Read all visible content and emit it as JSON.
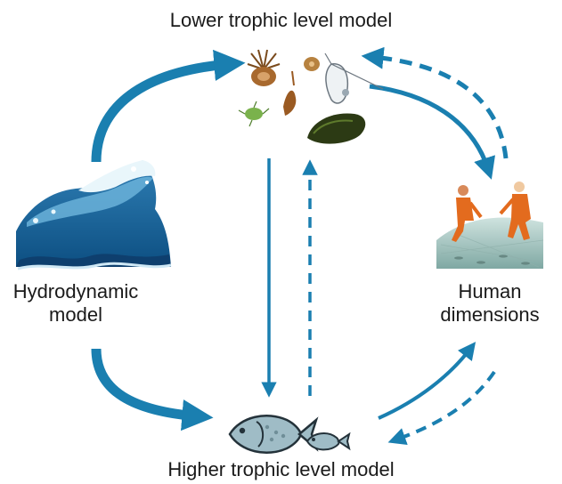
{
  "labels": {
    "top": "Lower trophic level model",
    "left_line1": "Hydrodynamic",
    "left_line2": "model",
    "right_line1": "Human",
    "right_line2": "dimensions",
    "bottom": "Higher trophic level model"
  },
  "colors": {
    "arrow": "#1a7fb0",
    "text": "#1a1a1a"
  },
  "icons": {
    "top": "plankton-and-mussel-icon",
    "left": "ocean-wave-icon",
    "right": "fishermen-with-net-icon",
    "bottom": "fish-icon"
  }
}
